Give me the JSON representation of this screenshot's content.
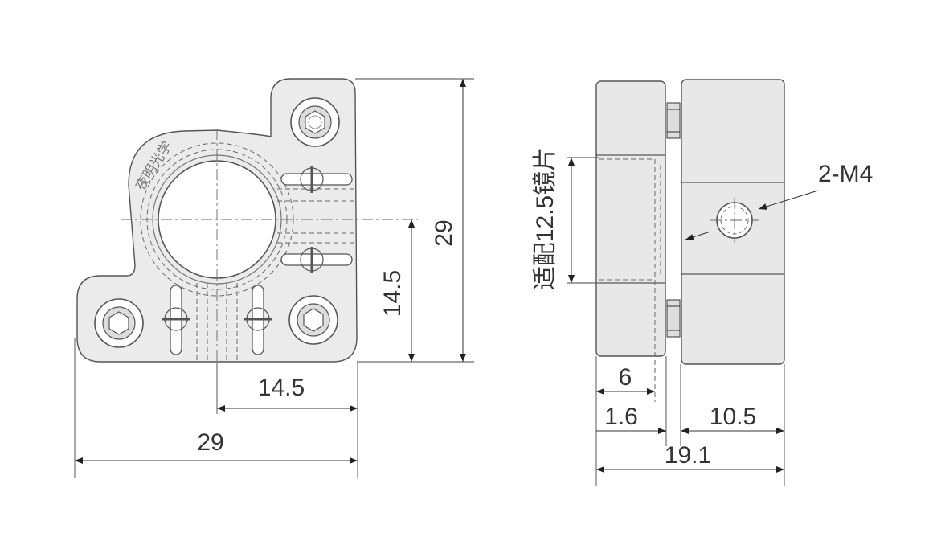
{
  "front_view": {
    "dim_height_total": "29",
    "dim_height_center": "14.5",
    "dim_width_center": "14.5",
    "dim_width_total": "29",
    "engraved_text": "夜明光学"
  },
  "side_view": {
    "optic_label": "适配12.5镜片",
    "thread_callout": "2-M4",
    "dim_left_block": "6",
    "dim_gap": "1.6",
    "dim_right_block": "10.5",
    "dim_total_width": "19.1"
  }
}
